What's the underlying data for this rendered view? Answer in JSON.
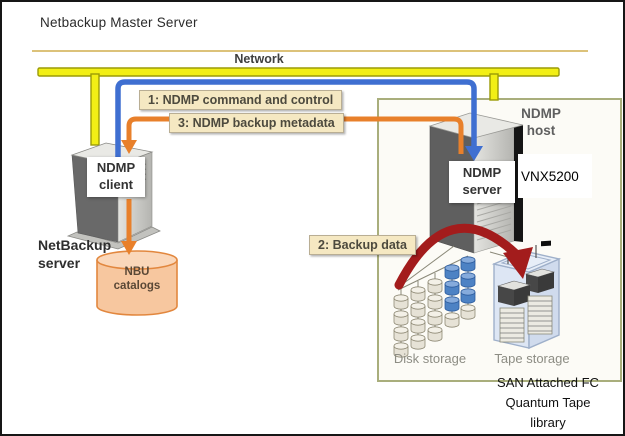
{
  "diagram": {
    "title": "Netbackup Master Server",
    "network_label": "Network"
  },
  "callouts": {
    "step1": "1: NDMP command and control",
    "step3": "3: NDMP backup metadata",
    "step2": "2: Backup data"
  },
  "client_side": {
    "server_box_label": "NDMP\nclient",
    "caption": "NetBackup\nserver",
    "catalog_label": "NBU\ncatalogs"
  },
  "host_side": {
    "box_label": "NDMP\nhost",
    "server_box_label": "NDMP\nserver",
    "model_label": "VNX5200",
    "disk_label": "Disk storage",
    "tape_label": "Tape storage",
    "caption": "SAN Attached FC\nQuantum Tape\nlibrary"
  },
  "colors": {
    "network_yellow": "#f2ef15",
    "network_yellow_border": "#9b9b07",
    "control_blue": "#3f6fd1",
    "metadata_orange": "#e8802b",
    "backup_red": "#a31c1c",
    "callout_bg": "#f5e8c2",
    "host_box_border": "#a9ae7c",
    "catalog_fill": "#f7c79f",
    "catalog_border": "#e2873e",
    "tape_box_fill": "#dbe5f3",
    "disk_gray": "#e6e2d6",
    "disk_blue": "#4d82c4"
  }
}
